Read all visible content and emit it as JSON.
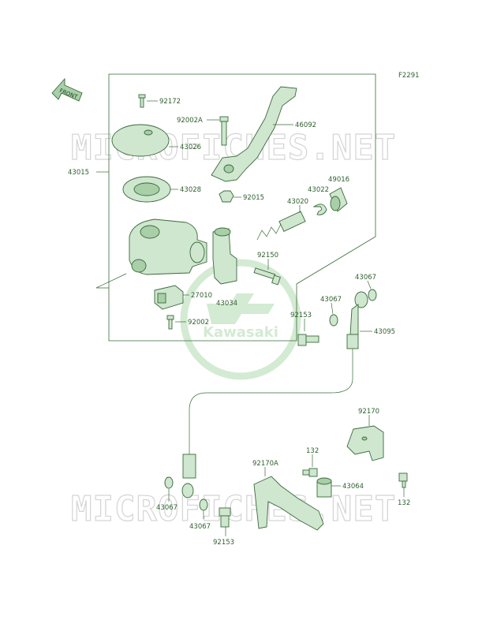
{
  "diagram": {
    "code": "F2291",
    "front_label": "FRONT",
    "watermark": {
      "site": "MICROFICHES.NET",
      "brand": "Kawasaki"
    },
    "colors": {
      "ink": "#3a6a3a",
      "fill": "#cfe6cf",
      "watermark_circle": "#cfe8cf"
    },
    "labels": {
      "l92172": "92172",
      "l92002A": "92002A",
      "l46092": "46092",
      "l43026": "43026",
      "l43015": "43015",
      "l43028": "43028",
      "l92015": "92015",
      "l43020": "43020",
      "l43022": "43022",
      "l49016": "49016",
      "l92150": "92150",
      "l43067a": "43067",
      "l27010": "27010",
      "l43034": "43034",
      "l43067b": "43067",
      "l92002": "92002",
      "l92153a": "92153",
      "l43095": "43095",
      "l92170": "92170",
      "l132a": "132",
      "l92170A": "92170A",
      "l43064": "43064",
      "l132b": "132",
      "l43067c": "43067",
      "l43067d": "43067",
      "l92153b": "92153"
    }
  }
}
